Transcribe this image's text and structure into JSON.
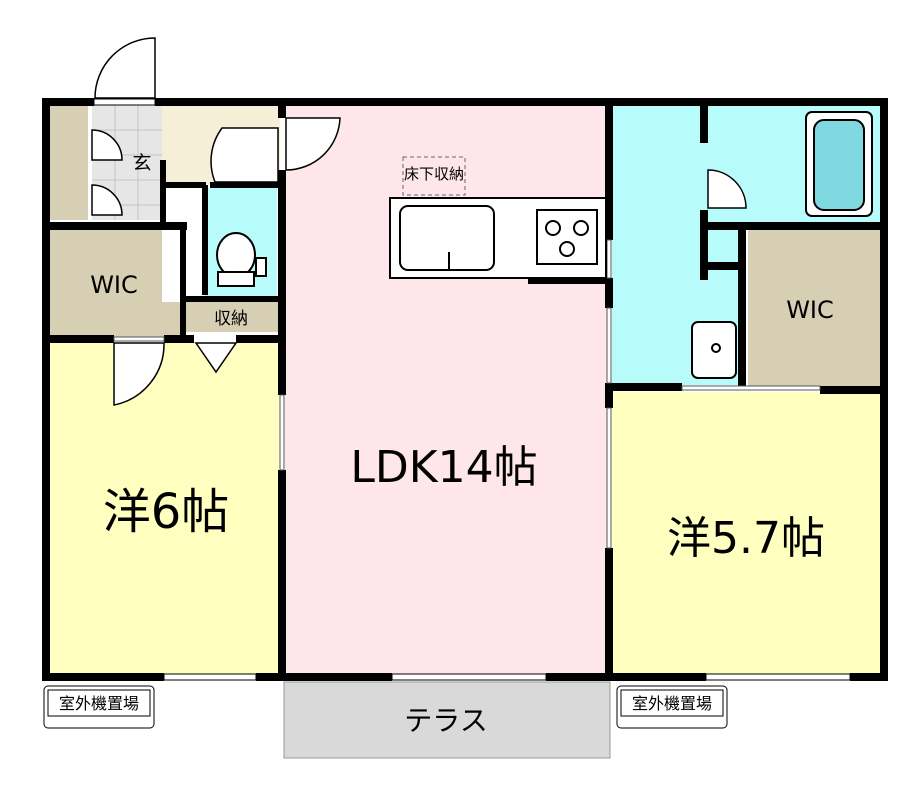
{
  "colors": {
    "wall": "#000000",
    "room_yellow": "#ffffc0",
    "room_pink": "#ffe6ea",
    "wet_blue": "#b8fbfb",
    "storage_tan": "#d6cfb3",
    "entry_floor": "#f5efd8",
    "terrace_gray": "#d9d9d9",
    "bathtub": "#80d8e0"
  },
  "rooms": {
    "western_left": "洋6帖",
    "ldk": "LDK14帖",
    "western_right": "洋5.7帖",
    "wic_left": "WIC",
    "wic_right": "WIC",
    "storage": "収納",
    "entrance": "玄",
    "underfloor_storage": "床下収納",
    "terrace": "テラス"
  },
  "outdoor_units": {
    "left": "室外機置場",
    "right": "室外機置場"
  }
}
